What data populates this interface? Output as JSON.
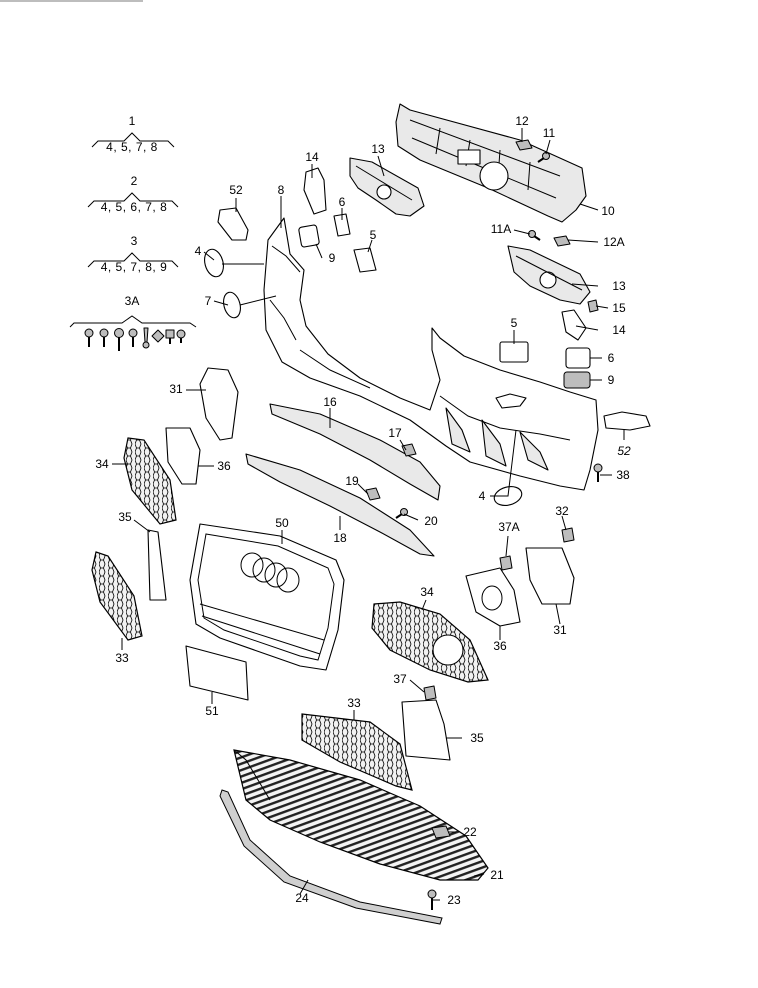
{
  "groups": [
    {
      "ref": "1",
      "items": "4, 5, 7, 8"
    },
    {
      "ref": "2",
      "items": "4, 5, 6, 7, 8"
    },
    {
      "ref": "3",
      "items": "4, 5, 7, 8, 9"
    },
    {
      "ref": "3A",
      "items": ""
    }
  ],
  "callouts": {
    "c52a": "52",
    "c8": "8",
    "c14a": "14",
    "c13a": "13",
    "c12": "12",
    "c11": "11",
    "c10": "10",
    "c11A": "11A",
    "c12A": "12A",
    "c6a": "6",
    "c5a": "5",
    "c9a": "9",
    "c4a": "4",
    "c7": "7",
    "c13b": "13",
    "c15": "15",
    "c14b": "14",
    "c5b": "5",
    "c6b": "6",
    "c9b": "9",
    "c31a": "31",
    "c16": "16",
    "c17": "17",
    "c52b": "52",
    "c34a": "34",
    "c36a": "36",
    "c38": "38",
    "c19": "19",
    "c4b": "4",
    "c20": "20",
    "c18": "18",
    "c35a": "35",
    "c50": "50",
    "c37A": "37A",
    "c32": "32",
    "c34b": "34",
    "c36b": "36",
    "c31b": "31",
    "c33a": "33",
    "c51": "51",
    "c37": "37",
    "c33b": "33",
    "c35b": "35",
    "c22": "22",
    "c21": "21",
    "c24": "24",
    "c23": "23"
  }
}
